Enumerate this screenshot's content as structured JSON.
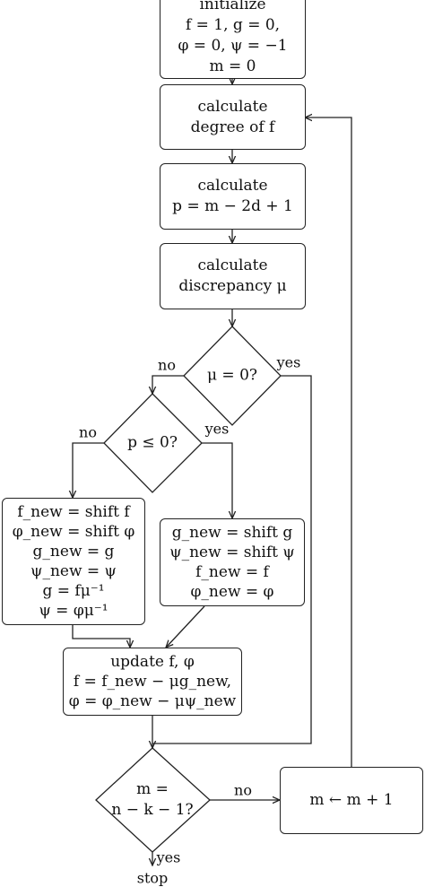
{
  "nodes": {
    "initialize": [
      "initialize",
      "f = 1, g = 0,",
      "φ = 0, ψ = −1",
      "m = 0"
    ],
    "degree": [
      "calculate",
      "degree of f"
    ],
    "p_calc": [
      "calculate",
      "p = m − 2d + 1"
    ],
    "discrepancy": [
      "calculate",
      "discrepancy μ"
    ],
    "mu_zero": [
      "μ = 0?"
    ],
    "p_le_zero": [
      "p ≤ 0?"
    ],
    "branch_no": [
      "f_new = shift f",
      "φ_new = shift φ",
      "g_new = g",
      "ψ_new = ψ",
      "g = fμ⁻¹",
      "ψ = φμ⁻¹"
    ],
    "branch_yes": [
      "g_new = shift g",
      "ψ_new = shift ψ",
      "f_new = f",
      "φ_new = φ"
    ],
    "update": [
      "update f, φ",
      "f = f_new − μg_new,",
      "φ = φ_new − μψ_new"
    ],
    "m_check": [
      "m =",
      "n − k − 1?"
    ],
    "increment": [
      "m ← m + 1"
    ]
  },
  "edge_labels": {
    "mu_no": "no",
    "mu_yes": "yes",
    "p_no": "no",
    "p_yes": "yes",
    "m_no": "no",
    "m_yes": "yes",
    "stop": "stop"
  }
}
